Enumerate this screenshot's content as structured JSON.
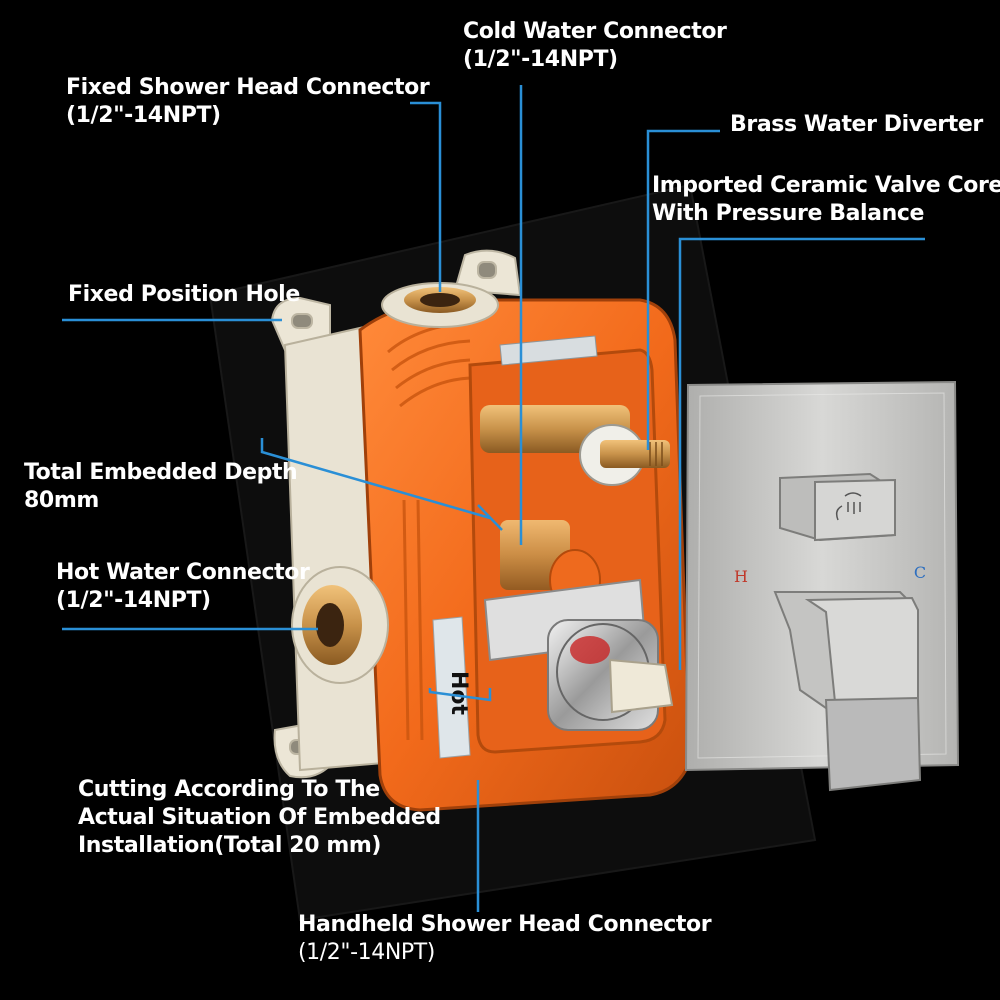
{
  "labels": {
    "cold_water": {
      "name": "Cold Water Connector",
      "spec": "(1/2\"-14NPT)"
    },
    "fixed_shower_head": {
      "name": "Fixed Shower Head Connector",
      "spec": "(1/2\"-14NPT)"
    },
    "brass_diverter": {
      "name": "Brass Water Diverter"
    },
    "ceramic_core": {
      "line1": "Imported Ceramic Valve Core",
      "line2": "With Pressure Balance"
    },
    "fixed_position_hole": {
      "name": "Fixed Position Hole"
    },
    "embedded_depth": {
      "name": "Total Embedded Depth",
      "value": "80mm"
    },
    "hot_water": {
      "name": "Hot Water Connector",
      "spec": "(1/2\"-14NPT)"
    },
    "cutting": {
      "line1": "Cutting According To The",
      "line2": "Actual Situation Of Embedded",
      "line3": "Installation(Total 20 mm)"
    },
    "handheld": {
      "name": "Handheld Shower Head Connector",
      "spec": "(1/2\"-14NPT)"
    }
  },
  "product_markings": {
    "hot_letter": "H",
    "cold_letter": "C",
    "box_hot_tag": "Hot"
  },
  "colors": {
    "background": "#000000",
    "leader_line": "#2a8fd6",
    "box_orange": "#f26a1b",
    "brushed_nickel": "#c9c9c7",
    "brass": "#c8924a"
  }
}
